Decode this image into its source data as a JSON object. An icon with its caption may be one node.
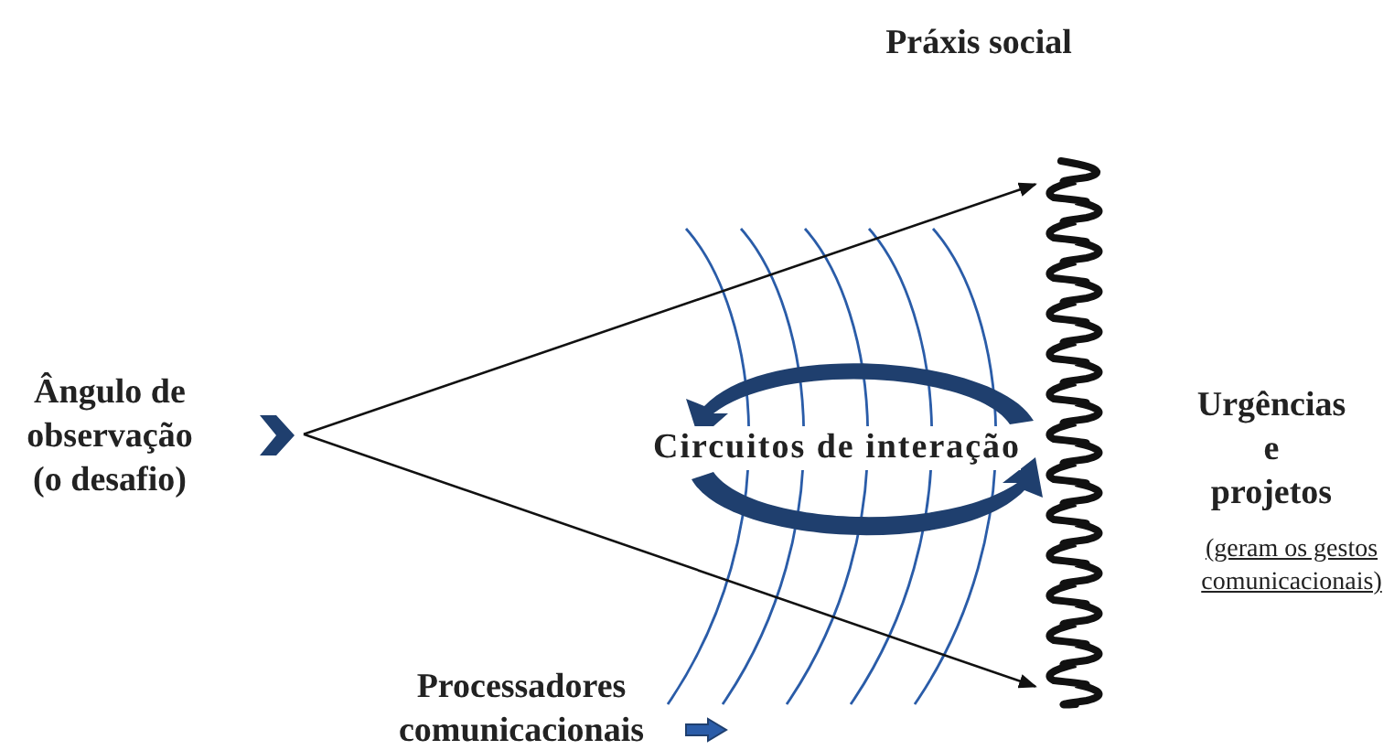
{
  "diagram": {
    "nodes": [
      {
        "text": [
          "Ângulo de observação (o desafio)"
        ]
      },
      {
        "text": [],
        "shape": "picture"
      }
    ],
    "edges": [
      {
        "from": 0,
        "to": 1,
        "arrow": "to"
      },
      {
        "from": 0,
        "to": 1,
        "arrow": "to"
      }
    ],
    "labels": [
      "Práxis social",
      "Circuitos de interação",
      "Urgências e projetos",
      "(geram os gestos comunicacionais)",
      "Processadores comunicacionais"
    ]
  }
}
